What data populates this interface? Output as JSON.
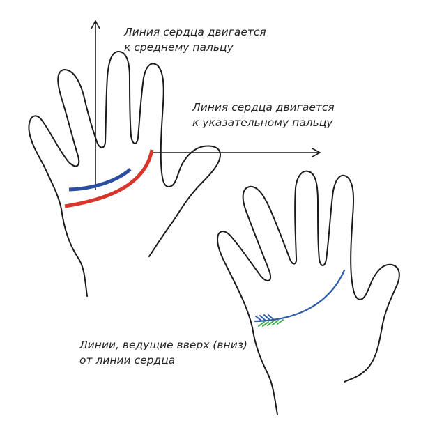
{
  "colors": {
    "outline": "#1a1a1a",
    "heart_line_middle": "#2b4ea0",
    "heart_line_index": "#d9352a",
    "heart_line_second_hand": "#2f5fa8",
    "branch_up": "#2f5fa8",
    "branch_down": "#3fae49",
    "text": "#222222"
  },
  "icons": {
    "axis_up": "arrow-up-icon",
    "axis_right": "arrow-right-icon",
    "branch_marks": "chevron-marks"
  },
  "captions": {
    "middle_finger": {
      "line1": "Линия сердца двигается",
      "line2": "к среднему пальцу"
    },
    "index_finger": {
      "line1": "Линия сердца двигается",
      "line2": "к указательному пальцу"
    },
    "branches": {
      "line1": "Линии, ведущие вверх (вниз)",
      "line2": "от линии сердца"
    }
  }
}
